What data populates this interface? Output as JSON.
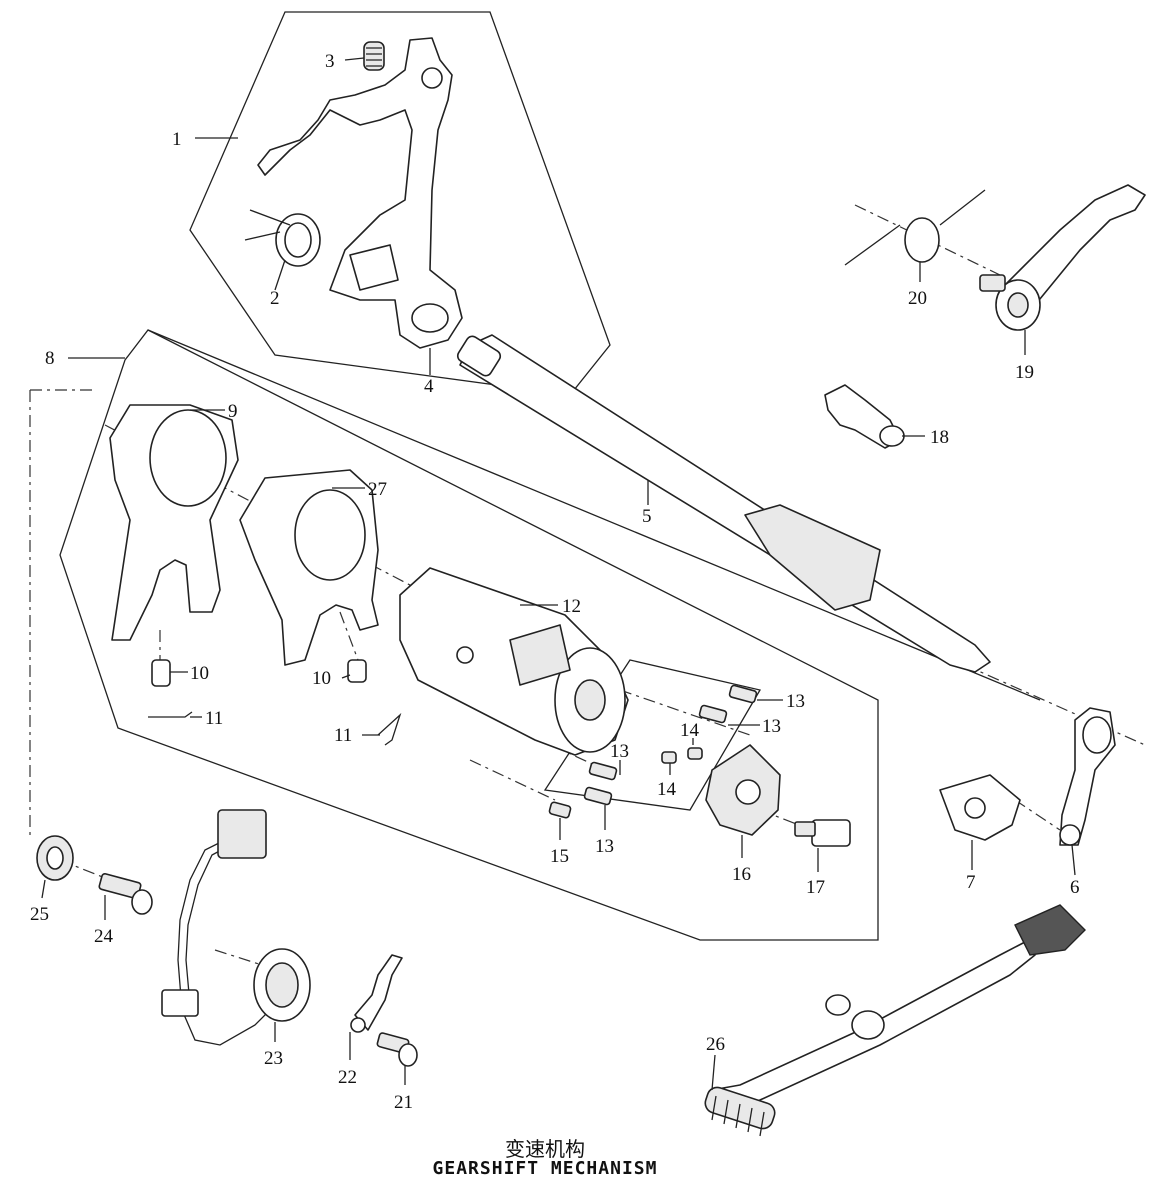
{
  "title": {
    "chinese": "变速机构",
    "english": "GEARSHIFT MECHANISM"
  },
  "callouts": [
    {
      "id": "c1",
      "label": "1"
    },
    {
      "id": "c2",
      "label": "2"
    },
    {
      "id": "c3",
      "label": "3"
    },
    {
      "id": "c4",
      "label": "4"
    },
    {
      "id": "c5",
      "label": "5"
    },
    {
      "id": "c6",
      "label": "6"
    },
    {
      "id": "c7",
      "label": "7"
    },
    {
      "id": "c8",
      "label": "8"
    },
    {
      "id": "c9",
      "label": "9"
    },
    {
      "id": "c10a",
      "label": "10"
    },
    {
      "id": "c10b",
      "label": "10"
    },
    {
      "id": "c11a",
      "label": "11"
    },
    {
      "id": "c11b",
      "label": "11"
    },
    {
      "id": "c12",
      "label": "12"
    },
    {
      "id": "c13a",
      "label": "13"
    },
    {
      "id": "c13b",
      "label": "13"
    },
    {
      "id": "c13c",
      "label": "13"
    },
    {
      "id": "c13d",
      "label": "13"
    },
    {
      "id": "c14a",
      "label": "14"
    },
    {
      "id": "c14b",
      "label": "14"
    },
    {
      "id": "c15",
      "label": "15"
    },
    {
      "id": "c16",
      "label": "16"
    },
    {
      "id": "c17",
      "label": "17"
    },
    {
      "id": "c18",
      "label": "18"
    },
    {
      "id": "c19",
      "label": "19"
    },
    {
      "id": "c20",
      "label": "20"
    },
    {
      "id": "c21",
      "label": "21"
    },
    {
      "id": "c22",
      "label": "22"
    },
    {
      "id": "c23",
      "label": "23"
    },
    {
      "id": "c24",
      "label": "24"
    },
    {
      "id": "c25",
      "label": "25"
    },
    {
      "id": "c26",
      "label": "26"
    },
    {
      "id": "c27",
      "label": "27"
    }
  ]
}
